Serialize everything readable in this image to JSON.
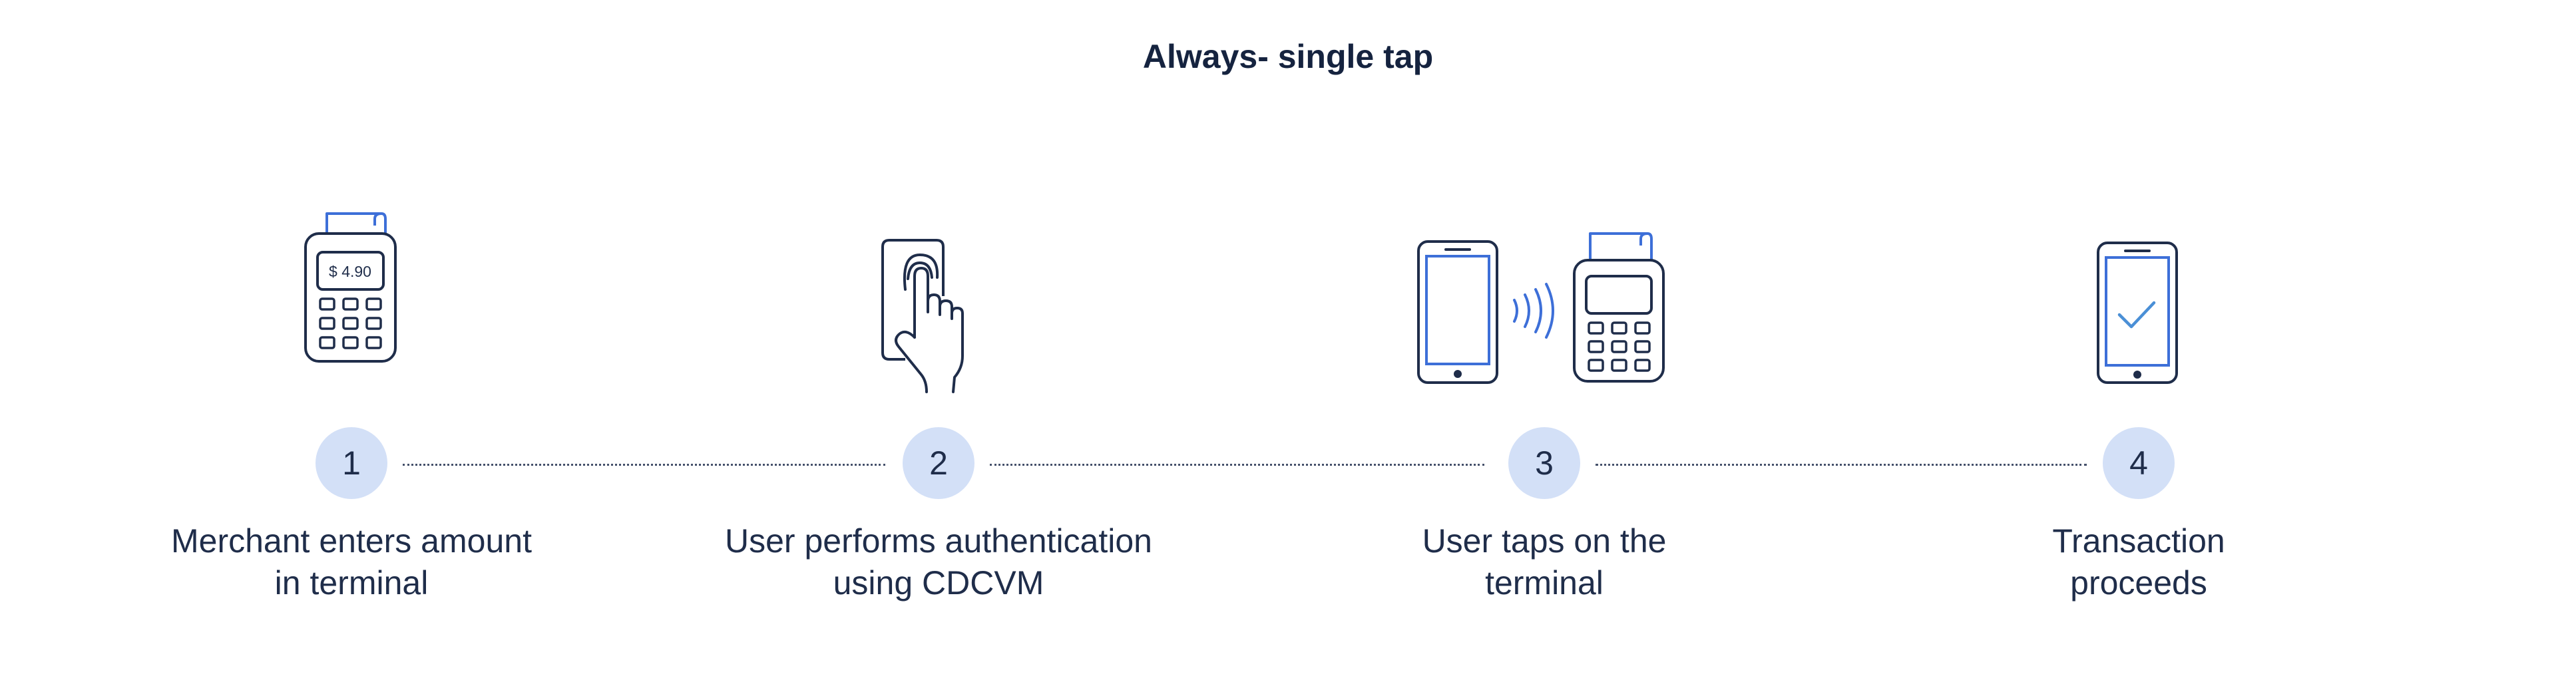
{
  "title": "Always- single tap",
  "colors": {
    "outline": "#1f2d4a",
    "accent_blue": "#3d6fd8",
    "check_blue": "#4a8fd6",
    "circle_fill": "#d3e0f7",
    "connector": "#45506a"
  },
  "terminal_amount": "$ 4.90",
  "steps": [
    {
      "number": "1",
      "label_lines": [
        "Merchant enters amount",
        "in terminal"
      ],
      "icon": "payment-terminal-icon"
    },
    {
      "number": "2",
      "label_lines": [
        "User performs authentication",
        "using CDCVM"
      ],
      "icon": "fingerprint-phone-icon"
    },
    {
      "number": "3",
      "label_lines": [
        "User taps on the",
        "terminal"
      ],
      "icon": "contactless-tap-icon"
    },
    {
      "number": "4",
      "label_lines": [
        "Transaction",
        "proceeds"
      ],
      "icon": "phone-checkmark-icon"
    }
  ]
}
